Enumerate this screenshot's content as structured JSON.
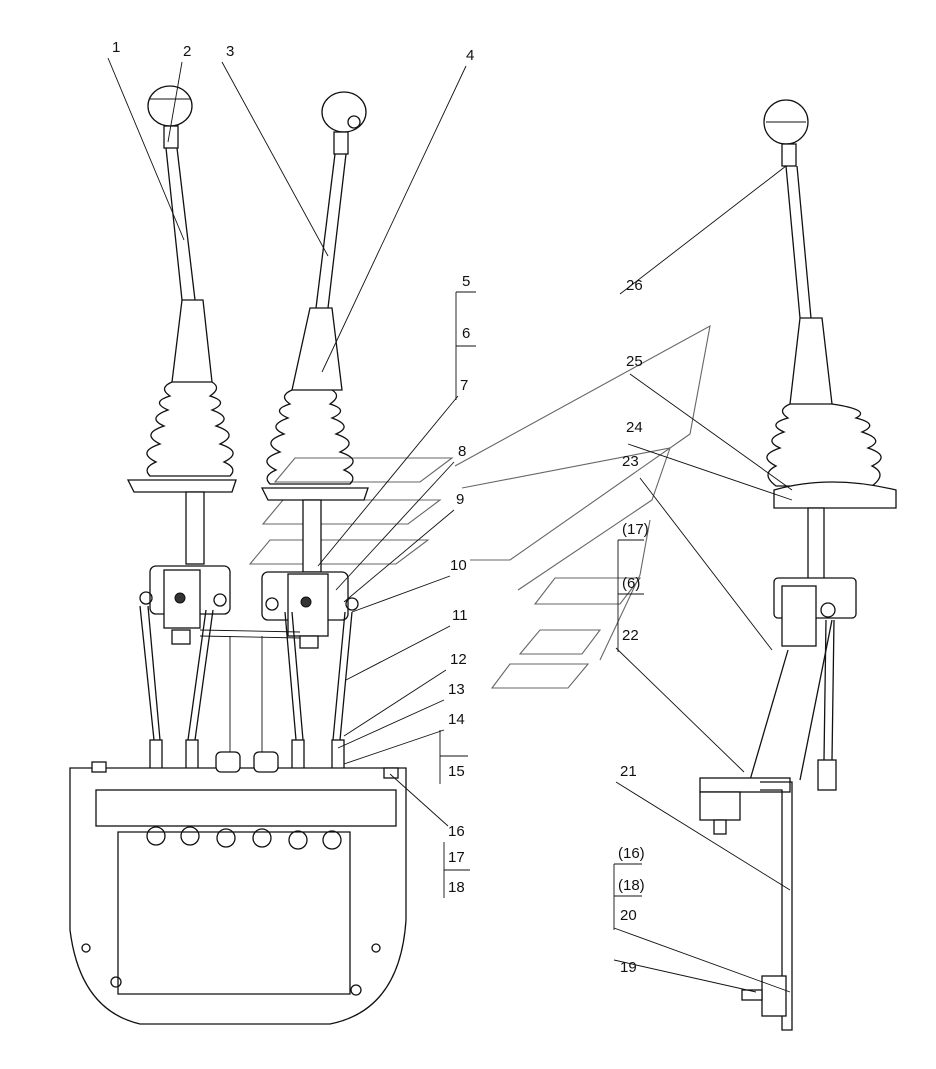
{
  "diagram": {
    "callouts": [
      "1",
      "2",
      "3",
      "4",
      "5",
      "6",
      "7",
      "8",
      "9",
      "10",
      "11",
      "12",
      "13",
      "14",
      "15",
      "16",
      "17",
      "18",
      "(17)",
      "(6)",
      "22",
      "21",
      "(16)",
      "(18)",
      "20",
      "19",
      "23",
      "24",
      "25",
      "26"
    ],
    "colors": {
      "line": "#111111",
      "background": "#ffffff",
      "watermark": "#666666"
    }
  }
}
